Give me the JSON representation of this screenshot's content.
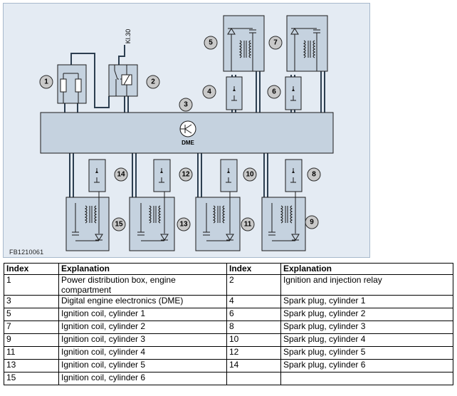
{
  "diagram": {
    "figure_code": "FB1210061",
    "kl30_label": "Kl.30",
    "dme_label": "DME",
    "callouts": [
      "1",
      "2",
      "3",
      "4",
      "5",
      "6",
      "7",
      "8",
      "9",
      "10",
      "11",
      "12",
      "13",
      "14",
      "15"
    ]
  },
  "legend": {
    "headers": [
      "Index",
      "Explanation",
      "Index",
      "Explanation"
    ],
    "rows": [
      [
        "1",
        "Power distribution box, engine compartment",
        "2",
        "Ignition and injection relay"
      ],
      [
        "3",
        "Digital engine electronics (DME)",
        "4",
        "Spark plug, cylinder 1"
      ],
      [
        "5",
        "Ignition coil, cylinder 1",
        "6",
        "Spark plug, cylinder 2"
      ],
      [
        "7",
        "Ignition coil, cylinder 2",
        "8",
        "Spark plug, cylinder 3"
      ],
      [
        "9",
        "Ignition coil, cylinder 3",
        "10",
        "Spark plug, cylinder 4"
      ],
      [
        "11",
        "Ignition coil, cylinder 4",
        "12",
        "Spark plug, cylinder 5"
      ],
      [
        "13",
        "Ignition coil, cylinder 5",
        "14",
        "Spark plug, cylinder 6"
      ],
      [
        "15",
        "Ignition coil, cylinder 6",
        "",
        ""
      ]
    ]
  }
}
